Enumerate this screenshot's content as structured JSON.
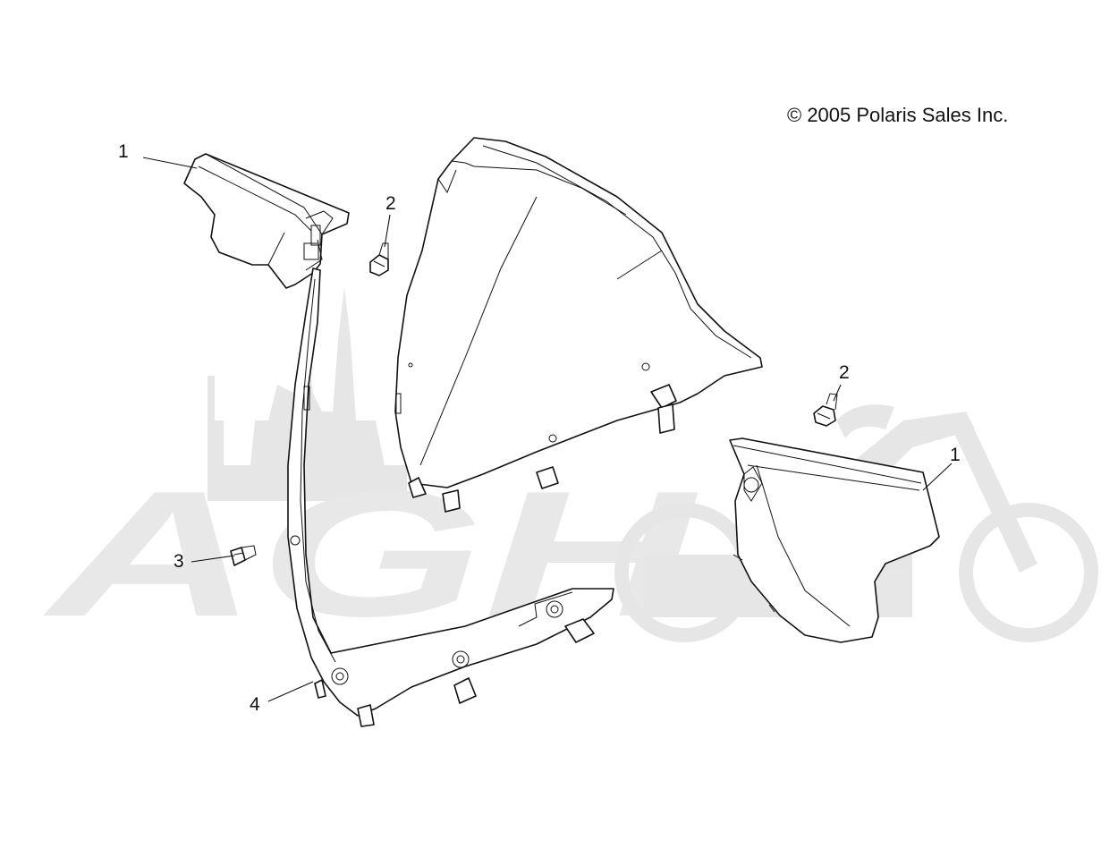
{
  "copyright": "© 2005 Polaris Sales Inc.",
  "watermark": {
    "text": "AGHMoto",
    "color": "#e4e4e4"
  },
  "callouts": [
    {
      "id": "c1-left",
      "label": "1"
    },
    {
      "id": "c2-top",
      "label": "2"
    },
    {
      "id": "c2-right",
      "label": "2"
    },
    {
      "id": "c1-right",
      "label": "1"
    },
    {
      "id": "c3",
      "label": "3"
    },
    {
      "id": "c4",
      "label": "4"
    }
  ]
}
